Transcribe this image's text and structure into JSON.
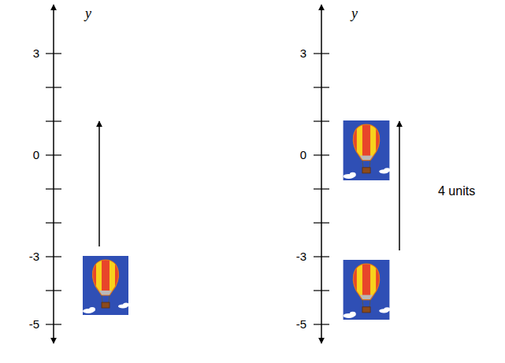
{
  "diagram": {
    "labels": [
      "y",
      "3",
      "0",
      "-3",
      "-5",
      "y",
      "3",
      "0",
      "-3",
      "-5",
      "4 units"
    ]
  }
}
